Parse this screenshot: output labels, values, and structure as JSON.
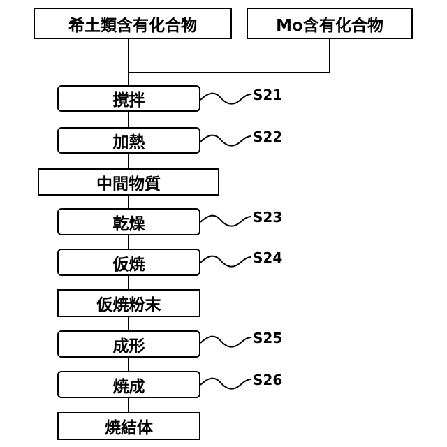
{
  "inputs": {
    "rare_earth": "希土類含有化合物",
    "mo": "Mo含有化合物"
  },
  "steps": [
    {
      "text": "撹拌",
      "label": "S21"
    },
    {
      "text": "加熱",
      "label": "S22"
    },
    {
      "text": "中間物質"
    },
    {
      "text": "乾燥",
      "label": "S23"
    },
    {
      "text": "仮焼",
      "label": "S24"
    },
    {
      "text": "仮焼粉末"
    },
    {
      "text": "成形",
      "label": "S25"
    },
    {
      "text": "焼成",
      "label": "S26"
    },
    {
      "text": "焼結体"
    }
  ]
}
